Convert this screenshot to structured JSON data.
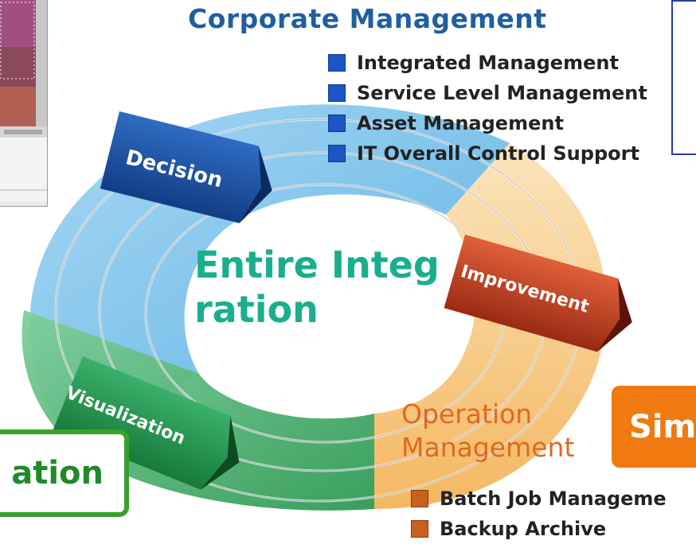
{
  "corporate": {
    "title": "Corporate Management",
    "items": [
      "Integrated Management",
      "Service Level Management",
      "Asset Management",
      "IT Overall Control Support"
    ]
  },
  "cycle": {
    "arrows": [
      "Decision",
      "Improvement",
      "Visualization"
    ]
  },
  "center": {
    "text": "Entire Integration"
  },
  "operation": {
    "title_line1": "Operation",
    "title_line2": "Management",
    "items": [
      "Batch Job Manageme",
      "Backup Archive"
    ]
  },
  "cropped_boxes": {
    "simplification_text": "Sim",
    "visualization_text": "ation"
  },
  "colors": {
    "blue": "#1f5fa0",
    "teal": "#1aae8f",
    "orange": "#f07a10",
    "green": "#3aa02c",
    "red": "#c0442a"
  }
}
